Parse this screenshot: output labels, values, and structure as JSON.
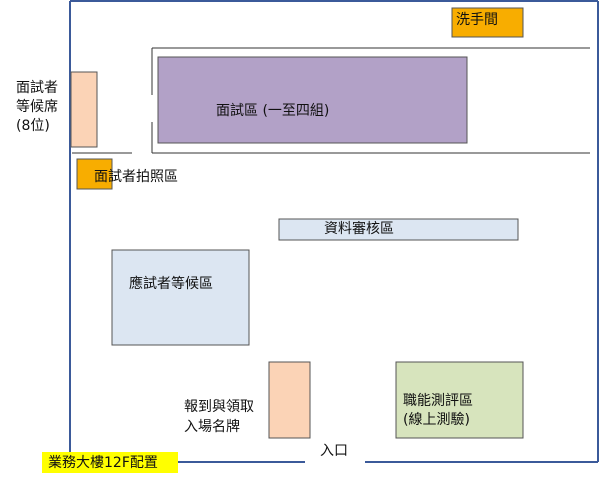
{
  "colors": {
    "outline": "#3b5a9a",
    "orange": "#f8ad00",
    "purple": "#b2a1c7",
    "lightblue": "#dce6f2",
    "peach": "#fbd3b6",
    "green": "#d7e4bd",
    "yellow": "#ffff00",
    "divider": "#333333"
  },
  "labels": {
    "restroom": "洗手間",
    "interview_area": "面試區 (一至四組)",
    "waiting_seats_line1": "面試者",
    "waiting_seats_line2": "等候席",
    "waiting_seats_line3": "(8位)",
    "photo_area": "面試者拍照區",
    "document_review": "資料審核區",
    "applicant_waiting": "應試者等候區",
    "registration_line1": "報到與領取",
    "registration_line2": "入場名牌",
    "aptitude_test_line1": "職能測評區",
    "aptitude_test_line2": "(線上測驗)",
    "entrance": "入口",
    "floor_title": "業務大樓12F配置"
  }
}
